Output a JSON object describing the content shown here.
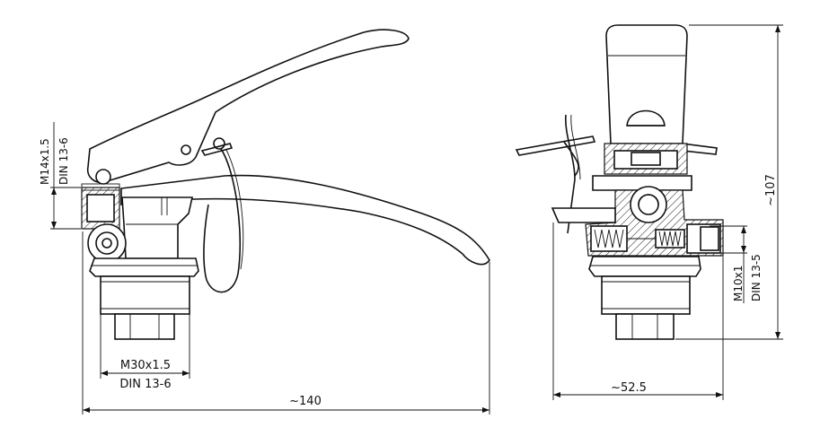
{
  "dimensions": {
    "overall_length": "~140",
    "overall_height": "~107",
    "side_width": "~52.5",
    "outlet_thread": "M14x1.5",
    "outlet_standard": "DIN 13-6",
    "base_thread": "M30x1.5",
    "base_standard": "DIN 13-6",
    "gauge_thread": "M10x1",
    "gauge_standard": "DIN 13-5"
  }
}
